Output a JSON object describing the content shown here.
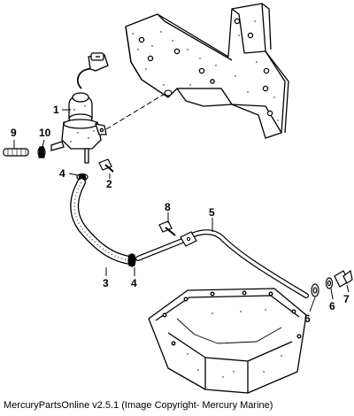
{
  "callouts": {
    "c1": "1",
    "c2": "2",
    "c3": "3",
    "c4a": "4",
    "c4b": "4",
    "c5": "5",
    "c6a": "6",
    "c6b": "6",
    "c7": "7",
    "c8": "8",
    "c9": "9",
    "c10": "10"
  },
  "footer": {
    "caption": "MercuryPartsOnline v2.5.1 (Image Copyright- Mercury Marine)"
  },
  "colors": {
    "ink": "#000000",
    "background": "#ffffff"
  }
}
